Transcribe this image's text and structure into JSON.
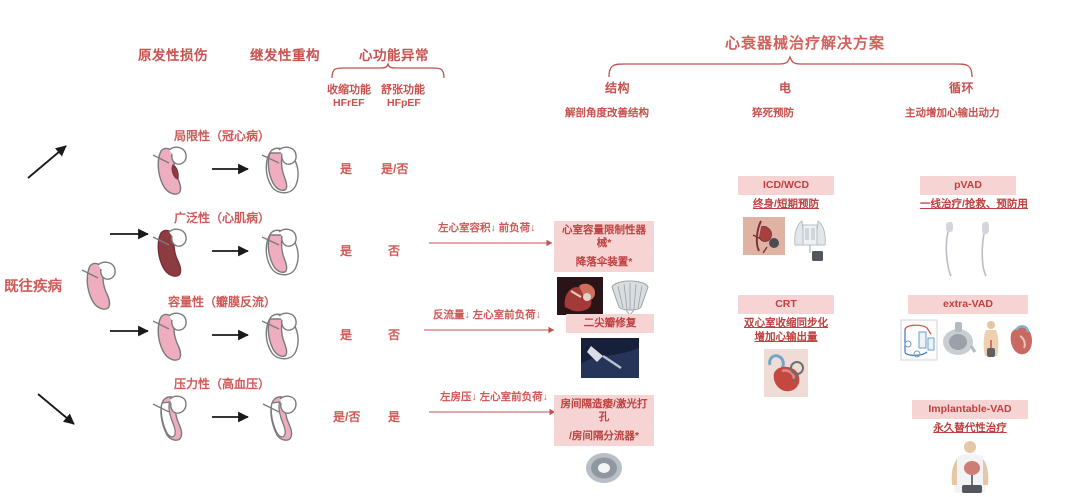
{
  "left_panel": {
    "headers": [
      {
        "label": "原发性损伤"
      },
      {
        "label": "继发性重构"
      },
      {
        "label": "心功能异常"
      }
    ],
    "function_split": [
      {
        "label": "收缩功能",
        "abbr": "HFrEF"
      },
      {
        "label": "舒张功能",
        "abbr": "HFpEF"
      }
    ],
    "origin_label": "既往疾病",
    "rows": [
      {
        "label": "局限性（冠心病）",
        "systolic": "是",
        "diastolic": "是/否",
        "annotation": "",
        "device": null
      },
      {
        "label": "广泛性（心肌病）",
        "systolic": "是",
        "diastolic": "否",
        "annotation": "左心室容积↓ 前负荷↓",
        "device": {
          "title_line1": "心室容量限制性器械*",
          "title_line2": "降落伞装置*"
        }
      },
      {
        "label": "容量性（瓣膜反流）",
        "systolic": "是",
        "diastolic": "否",
        "annotation": "反流量↓ 左心室前负荷↓",
        "device": {
          "title_line1": "二尖瓣修复",
          "title_line2": ""
        }
      },
      {
        "label": "压力性（高血压）",
        "systolic": "是/否",
        "diastolic": "是",
        "annotation": "左房压↓ 左心室前负荷↓",
        "device": {
          "title_line1": "房间隔造瘘/激光打孔",
          "title_line2": "/房间隔分流器*"
        }
      }
    ]
  },
  "right_panel": {
    "title": "心衰器械治疗解决方案",
    "branches": [
      {
        "label": "结构",
        "desc": "解剖角度改善结构"
      },
      {
        "label": "电",
        "desc": "猝死预防"
      },
      {
        "label": "循环",
        "desc": "主动增加心输出动力"
      }
    ],
    "devices": {
      "icd_wcd": {
        "title": "ICD/WCD",
        "subtitle": "终身/短期预防"
      },
      "crt": {
        "title": "CRT",
        "subtitle_line1": "双心室收缩同步化",
        "subtitle_line2": "增加心输出量"
      },
      "pvad": {
        "title": "pVAD",
        "subtitle": "一线治疗/抢救、预防用"
      },
      "extra_vad": {
        "title": "extra-VAD",
        "subtitle": ""
      },
      "implantable_vad": {
        "title": "Implantable-VAD",
        "subtitle": "永久替代性治疗"
      }
    }
  },
  "colors": {
    "accent_text": "#c8514e",
    "box_fill": "#f7d4d4",
    "heart_pink": "#e8a9b8",
    "heart_outline": "#7b7b7b",
    "arrow_black": "#1a1a1a",
    "brace": "#c0504d"
  }
}
